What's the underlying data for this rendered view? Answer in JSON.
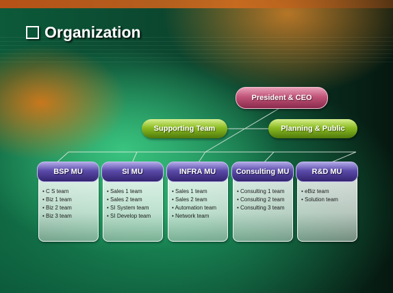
{
  "title": "Organization",
  "ceo": "President & CEO",
  "supporting": "Supporting Team",
  "planning": "Planning & Public",
  "units": [
    {
      "name": "BSP MU",
      "items": [
        "C S team",
        "Biz 1 team",
        "Biz 2 team",
        "Biz 3 team"
      ]
    },
    {
      "name": "SI MU",
      "items": [
        "Sales 1 team",
        "Sales 2 team",
        "SI System  team",
        "SI Develop team"
      ]
    },
    {
      "name": "INFRA MU",
      "items": [
        "Sales 1 team",
        "Sales 2 team",
        "Automation team",
        "Network team"
      ]
    },
    {
      "name": "Consulting MU",
      "items": [
        "Consulting 1 team",
        "Consulting 2 team",
        "Consulting 3 team"
      ]
    },
    {
      "name": "R&D MU",
      "items": [
        "eBiz  team",
        "Solution team"
      ]
    }
  ]
}
